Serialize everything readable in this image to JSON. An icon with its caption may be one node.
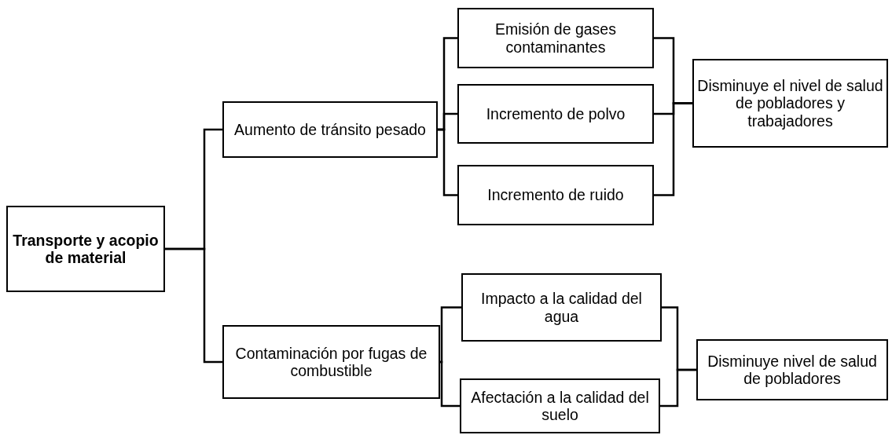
{
  "diagram": {
    "nodes": [
      {
        "text": [
          "Transporte y acopio de material"
        ]
      },
      {
        "text": [
          "Aumento de tránsito pesado"
        ]
      },
      {
        "text": [
          "Contaminación por fugas de combustible"
        ]
      },
      {
        "text": [
          "Emisión de gases contaminantes"
        ]
      },
      {
        "text": [
          "Incremento de polvo"
        ]
      },
      {
        "text": [
          "Incremento de ruido"
        ]
      },
      {
        "text": [
          "Disminuye el nivel de salud de pobladores y trabajadores"
        ]
      },
      {
        "text": [
          "Impacto a la calidad del agua"
        ]
      },
      {
        "text": [
          "Afectación a la calidad del suelo"
        ]
      },
      {
        "text": [
          "Disminuye nivel de salud de pobladores"
        ]
      }
    ],
    "edges": [
      {
        "from": 0,
        "to": 1,
        "arrow": "none"
      },
      {
        "from": 0,
        "to": 2,
        "arrow": "none"
      },
      {
        "from": 1,
        "to": 3,
        "arrow": "none"
      },
      {
        "from": 1,
        "to": 4,
        "arrow": "none"
      },
      {
        "from": 1,
        "to": 5,
        "arrow": "none"
      },
      {
        "from": 3,
        "to": 6,
        "arrow": "none"
      },
      {
        "from": 4,
        "to": 6,
        "arrow": "none"
      },
      {
        "from": 5,
        "to": 6,
        "arrow": "none"
      },
      {
        "from": 2,
        "to": 7,
        "arrow": "none"
      },
      {
        "from": 2,
        "to": 8,
        "arrow": "none"
      },
      {
        "from": 7,
        "to": 9,
        "arrow": "none"
      },
      {
        "from": 8,
        "to": 9,
        "arrow": "none"
      }
    ]
  }
}
